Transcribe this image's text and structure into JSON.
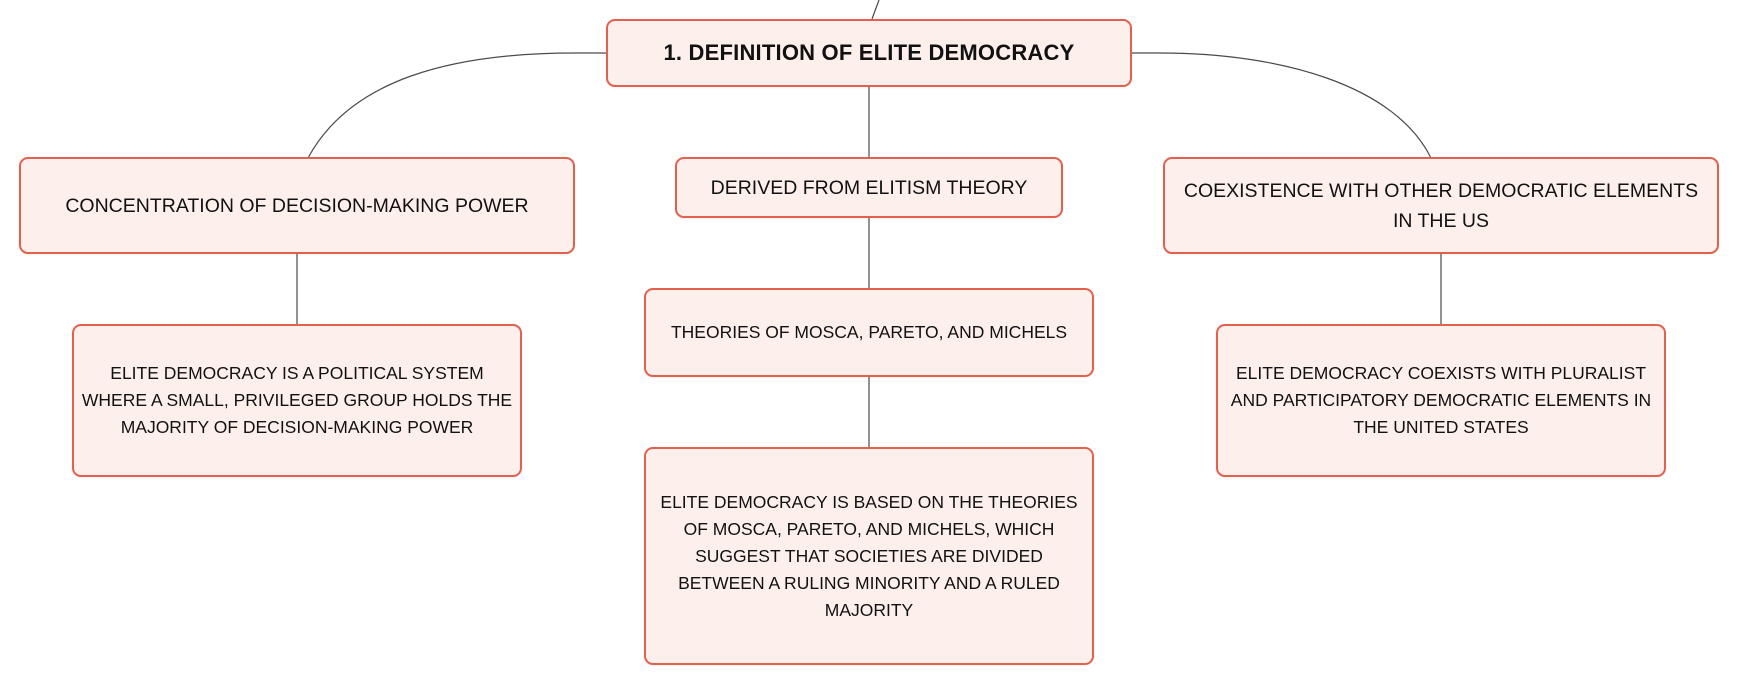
{
  "diagram": {
    "root": {
      "label": "1. DEFINITION OF ELITE DEMOCRACY"
    },
    "left": {
      "label": "CONCENTRATION OF DECISION-MAKING POWER",
      "child": "ELITE DEMOCRACY IS A POLITICAL SYSTEM WHERE A SMALL, PRIVILEGED GROUP HOLDS THE MAJORITY OF DECISION-MAKING POWER"
    },
    "center": {
      "label": "DERIVED FROM ELITISM THEORY",
      "child": "THEORIES OF MOSCA, PARETO, AND MICHELS",
      "grandchild": "ELITE DEMOCRACY IS BASED ON THE THEORIES OF MOSCA, PARETO, AND MICHELS, WHICH SUGGEST THAT SOCIETIES ARE DIVIDED BETWEEN A RULING MINORITY AND A RULED MAJORITY"
    },
    "right": {
      "label": "COEXISTENCE WITH OTHER DEMOCRATIC ELEMENTS IN THE US",
      "child": "ELITE DEMOCRACY COEXISTS WITH PLURALIST AND PARTICIPATORY DEMOCRATIC ELEMENTS IN THE UNITED STATES"
    },
    "colors": {
      "node_border": "#e2614e",
      "node_fill": "#fdf0ec",
      "connector": "#4a4a4a",
      "text": "#111111"
    }
  }
}
